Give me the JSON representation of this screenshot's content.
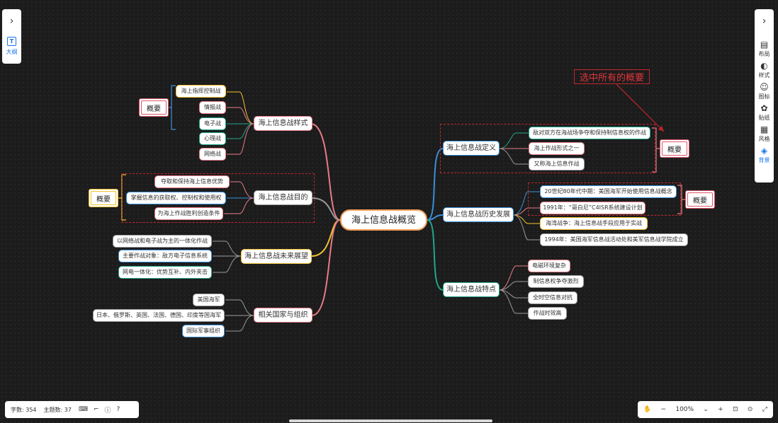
{
  "root": "海上信息战概览",
  "branches": {
    "style": {
      "label": "海上信息战样式",
      "children": [
        "海上指挥控制战",
        "情报战",
        "电子战",
        "心理战",
        "网络战"
      ]
    },
    "purpose": {
      "label": "海上信息战目的",
      "children": [
        "夺取和保持海上信息优势",
        "掌握信息的获取权、控制权和使用权",
        "为海上作战胜利创造条件"
      ]
    },
    "future": {
      "label": "海上信息战未来展望",
      "children": [
        "以网络战和电子战为主的一体化作战",
        "主要作战对象：敌方电子信息系统",
        "网电一体化：优势互补、内外夹击"
      ]
    },
    "orgs": {
      "label": "相关国家与组织",
      "children": [
        "美国海军",
        "日本、俄罗斯、英国、法国、德国、印度等国海军",
        "国际军事组织"
      ]
    },
    "definition": {
      "label": "海上信息战定义",
      "children": [
        "敌对双方在海战场争夺和保持制信息权的作战",
        "海上作战形式之一",
        "又称海上信息作战"
      ]
    },
    "history": {
      "label": "海上信息战历史发展",
      "children": [
        "20世纪80年代中期：美国海军开始使用信息战概念",
        "1991年：“哥白尼”C4ISR系统建设计划",
        "海湾战争：海上信息战手段应用于实战",
        "1994年：美国海军信息战活动处和美军信息战学院成立"
      ]
    },
    "traits": {
      "label": "海上信息战特点",
      "children": [
        "电磁环境复杂",
        "制信息权争夺激烈",
        "全时空信息对抗",
        "作战时效高"
      ]
    }
  },
  "summaries": {
    "style": "概要",
    "purpose": "概要",
    "definition": "概要",
    "history": "概要"
  },
  "annotation": "选中所有的概要",
  "left_panel": {
    "outline_label": "大纲"
  },
  "right_panel": {
    "tools": [
      {
        "icon": "layout-icon",
        "label": "布局"
      },
      {
        "icon": "style-icon",
        "label": "样式"
      },
      {
        "icon": "emoji-icon",
        "label": "图标"
      },
      {
        "icon": "sticker-icon",
        "label": "贴纸"
      },
      {
        "icon": "theme-icon",
        "label": "风格"
      },
      {
        "icon": "background-icon",
        "label": "背景"
      }
    ]
  },
  "status": {
    "word_count": "字数: 354",
    "topic_count": "主题数: 37"
  },
  "zoom": "100%",
  "colors": {
    "accent": "#1a73e8",
    "summary_red": "#e0566a",
    "annotation_red": "#c0262e",
    "branch_style": "#e87b87",
    "branch_purpose": "#888888",
    "branch_future": "#f2c230",
    "branch_orgs": "#e87b87",
    "branch_definition": "#3a8fd8",
    "branch_history": "#3a8fd8",
    "branch_traits": "#20a88a"
  }
}
